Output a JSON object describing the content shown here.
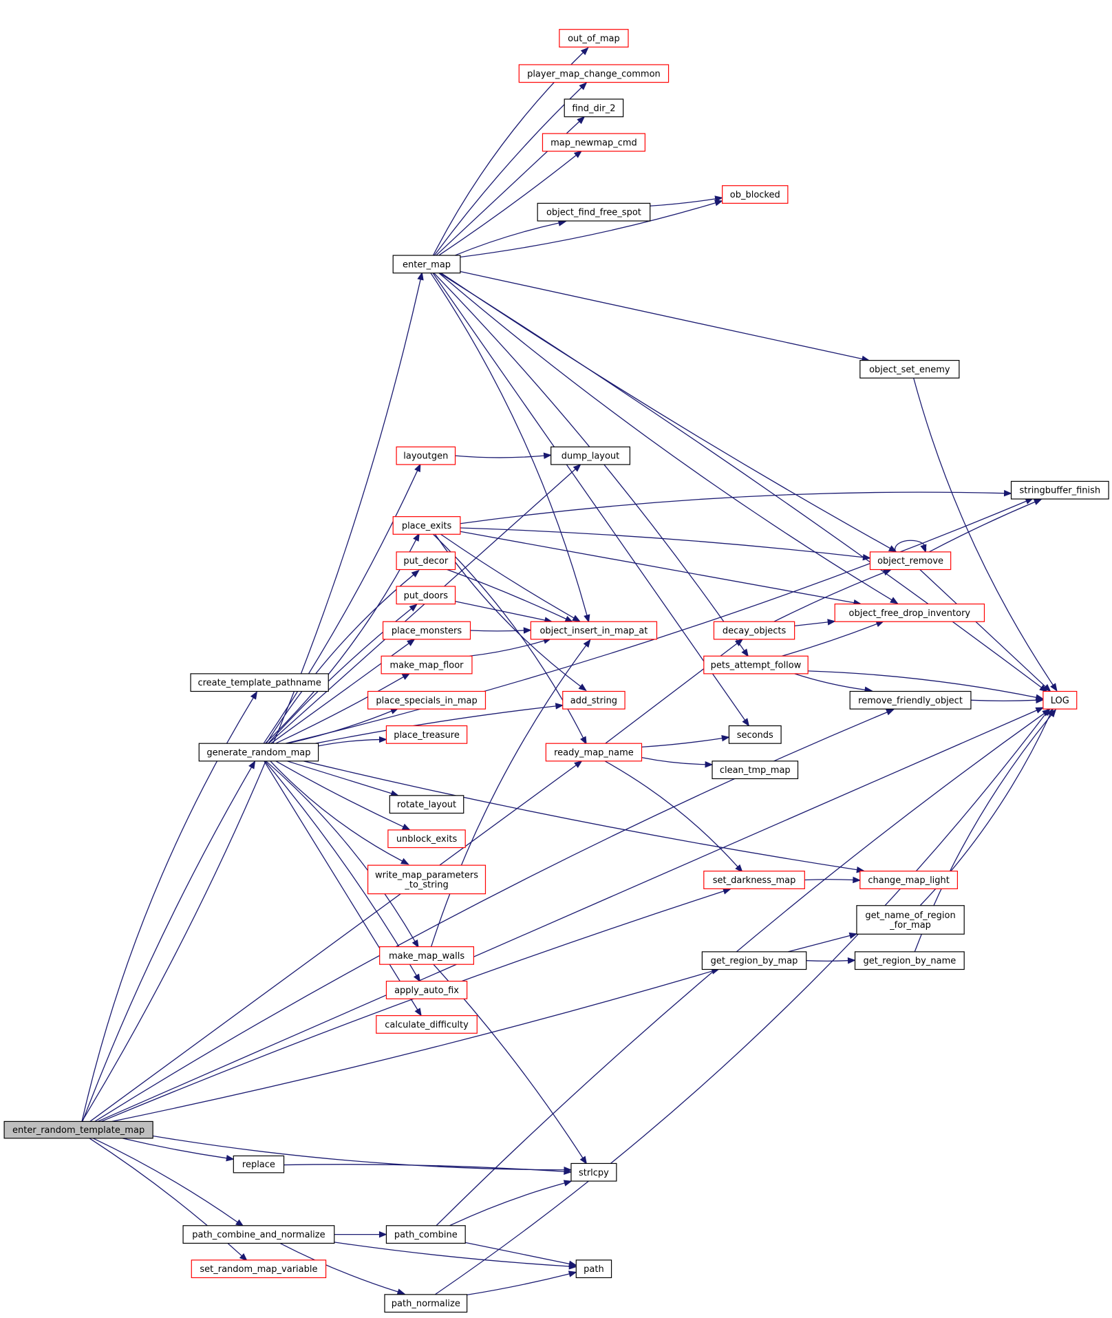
{
  "colors": {
    "edge": "#191970",
    "node_border_default": "#000000",
    "node_border_truncated": "#ff0000",
    "root_fill": "#bfbfbf"
  },
  "nodes": [
    {
      "id": "enter_random_template_map",
      "label": [
        "enter_random_template_map"
      ],
      "color": "black",
      "root": true
    },
    {
      "id": "create_template_pathname",
      "label": [
        "create_template_pathname"
      ],
      "color": "black"
    },
    {
      "id": "generate_random_map",
      "label": [
        "generate_random_map"
      ],
      "color": "black"
    },
    {
      "id": "replace",
      "label": [
        "replace"
      ],
      "color": "black"
    },
    {
      "id": "path_combine_and_normalize",
      "label": [
        "path_combine_and_normalize"
      ],
      "color": "black"
    },
    {
      "id": "set_random_map_variable",
      "label": [
        "set_random_map_variable"
      ],
      "color": "red"
    },
    {
      "id": "enter_map",
      "label": [
        "enter_map"
      ],
      "color": "black"
    },
    {
      "id": "layoutgen",
      "label": [
        "layoutgen"
      ],
      "color": "red"
    },
    {
      "id": "place_exits",
      "label": [
        "place_exits"
      ],
      "color": "red"
    },
    {
      "id": "put_decor",
      "label": [
        "put_decor"
      ],
      "color": "red"
    },
    {
      "id": "put_doors",
      "label": [
        "put_doors"
      ],
      "color": "red"
    },
    {
      "id": "place_monsters",
      "label": [
        "place_monsters"
      ],
      "color": "red"
    },
    {
      "id": "make_map_floor",
      "label": [
        "make_map_floor"
      ],
      "color": "red"
    },
    {
      "id": "place_specials_in_map",
      "label": [
        "place_specials_in_map"
      ],
      "color": "red"
    },
    {
      "id": "place_treasure",
      "label": [
        "place_treasure"
      ],
      "color": "red"
    },
    {
      "id": "rotate_layout",
      "label": [
        "rotate_layout"
      ],
      "color": "black"
    },
    {
      "id": "unblock_exits",
      "label": [
        "unblock_exits"
      ],
      "color": "red"
    },
    {
      "id": "write_map_parameters",
      "label": [
        "write_map_parameters",
        "_to_string"
      ],
      "color": "red"
    },
    {
      "id": "make_map_walls",
      "label": [
        "make_map_walls"
      ],
      "color": "red"
    },
    {
      "id": "apply_auto_fix",
      "label": [
        "apply_auto_fix"
      ],
      "color": "red"
    },
    {
      "id": "calculate_difficulty",
      "label": [
        "calculate_difficulty"
      ],
      "color": "red"
    },
    {
      "id": "path_combine",
      "label": [
        "path_combine"
      ],
      "color": "black"
    },
    {
      "id": "path_normalize",
      "label": [
        "path_normalize"
      ],
      "color": "black"
    },
    {
      "id": "out_of_map",
      "label": [
        "out_of_map"
      ],
      "color": "red"
    },
    {
      "id": "player_map_change_common",
      "label": [
        "player_map_change_common"
      ],
      "color": "red"
    },
    {
      "id": "find_dir_2",
      "label": [
        "find_dir_2"
      ],
      "color": "black"
    },
    {
      "id": "map_newmap_cmd",
      "label": [
        "map_newmap_cmd"
      ],
      "color": "red"
    },
    {
      "id": "object_find_free_spot",
      "label": [
        "object_find_free_spot"
      ],
      "color": "black"
    },
    {
      "id": "dump_layout",
      "label": [
        "dump_layout"
      ],
      "color": "black"
    },
    {
      "id": "object_insert_in_map_at",
      "label": [
        "object_insert_in_map_at"
      ],
      "color": "red"
    },
    {
      "id": "add_string",
      "label": [
        "add_string"
      ],
      "color": "red"
    },
    {
      "id": "ready_map_name",
      "label": [
        "ready_map_name"
      ],
      "color": "red"
    },
    {
      "id": "strlcpy",
      "label": [
        "strlcpy"
      ],
      "color": "black"
    },
    {
      "id": "path",
      "label": [
        "path"
      ],
      "color": "black"
    },
    {
      "id": "ob_blocked",
      "label": [
        "ob_blocked"
      ],
      "color": "red"
    },
    {
      "id": "decay_objects",
      "label": [
        "decay_objects"
      ],
      "color": "red"
    },
    {
      "id": "pets_attempt_follow",
      "label": [
        "pets_attempt_follow"
      ],
      "color": "red"
    },
    {
      "id": "seconds",
      "label": [
        "seconds"
      ],
      "color": "black"
    },
    {
      "id": "clean_tmp_map",
      "label": [
        "clean_tmp_map"
      ],
      "color": "black"
    },
    {
      "id": "set_darkness_map",
      "label": [
        "set_darkness_map"
      ],
      "color": "red"
    },
    {
      "id": "get_region_by_map",
      "label": [
        "get_region_by_map"
      ],
      "color": "black"
    },
    {
      "id": "object_set_enemy",
      "label": [
        "object_set_enemy"
      ],
      "color": "black"
    },
    {
      "id": "object_remove",
      "label": [
        "object_remove"
      ],
      "color": "red"
    },
    {
      "id": "object_free_drop_inventory",
      "label": [
        "object_free_drop_inventory"
      ],
      "color": "red"
    },
    {
      "id": "remove_friendly_object",
      "label": [
        "remove_friendly_object"
      ],
      "color": "black"
    },
    {
      "id": "change_map_light",
      "label": [
        "change_map_light"
      ],
      "color": "red"
    },
    {
      "id": "get_name_of_region_for_map",
      "label": [
        "get_name_of_region",
        "_for_map"
      ],
      "color": "black"
    },
    {
      "id": "get_region_by_name",
      "label": [
        "get_region_by_name"
      ],
      "color": "black"
    },
    {
      "id": "stringbuffer_finish",
      "label": [
        "stringbuffer_finish"
      ],
      "color": "black"
    },
    {
      "id": "LOG",
      "label": [
        "LOG"
      ],
      "color": "red"
    }
  ],
  "edges": [
    {
      "from": "enter_random_template_map",
      "to": "create_template_pathname"
    },
    {
      "from": "enter_random_template_map",
      "to": "generate_random_map"
    },
    {
      "from": "enter_random_template_map",
      "to": "ready_map_name"
    },
    {
      "from": "enter_random_template_map",
      "to": "get_region_by_map"
    },
    {
      "from": "enter_random_template_map",
      "to": "enter_map"
    },
    {
      "from": "enter_random_template_map",
      "to": "remove_friendly_object"
    },
    {
      "from": "enter_random_template_map",
      "to": "set_darkness_map"
    },
    {
      "from": "enter_random_template_map",
      "to": "LOG"
    },
    {
      "from": "enter_random_template_map",
      "to": "replace"
    },
    {
      "from": "enter_random_template_map",
      "to": "strlcpy"
    },
    {
      "from": "enter_random_template_map",
      "to": "path_combine_and_normalize"
    },
    {
      "from": "enter_random_template_map",
      "to": "set_random_map_variable"
    },
    {
      "from": "generate_random_map",
      "to": "dump_layout"
    },
    {
      "from": "generate_random_map",
      "to": "layoutgen"
    },
    {
      "from": "generate_random_map",
      "to": "place_exits"
    },
    {
      "from": "generate_random_map",
      "to": "put_decor"
    },
    {
      "from": "generate_random_map",
      "to": "put_doors"
    },
    {
      "from": "generate_random_map",
      "to": "place_monsters"
    },
    {
      "from": "generate_random_map",
      "to": "make_map_floor"
    },
    {
      "from": "generate_random_map",
      "to": "place_specials_in_map"
    },
    {
      "from": "generate_random_map",
      "to": "place_treasure"
    },
    {
      "from": "generate_random_map",
      "to": "add_string"
    },
    {
      "from": "generate_random_map",
      "to": "rotate_layout"
    },
    {
      "from": "generate_random_map",
      "to": "unblock_exits"
    },
    {
      "from": "generate_random_map",
      "to": "write_map_parameters"
    },
    {
      "from": "generate_random_map",
      "to": "make_map_walls"
    },
    {
      "from": "generate_random_map",
      "to": "apply_auto_fix"
    },
    {
      "from": "generate_random_map",
      "to": "calculate_difficulty"
    },
    {
      "from": "generate_random_map",
      "to": "change_map_light"
    },
    {
      "from": "generate_random_map",
      "to": "stringbuffer_finish"
    },
    {
      "from": "enter_map",
      "to": "out_of_map"
    },
    {
      "from": "enter_map",
      "to": "player_map_change_common"
    },
    {
      "from": "enter_map",
      "to": "find_dir_2"
    },
    {
      "from": "enter_map",
      "to": "map_newmap_cmd"
    },
    {
      "from": "enter_map",
      "to": "ob_blocked"
    },
    {
      "from": "enter_map",
      "to": "object_find_free_spot"
    },
    {
      "from": "enter_map",
      "to": "LOG"
    },
    {
      "from": "enter_map",
      "to": "object_set_enemy"
    },
    {
      "from": "enter_map",
      "to": "object_remove"
    },
    {
      "from": "enter_map",
      "to": "object_free_drop_inventory"
    },
    {
      "from": "enter_map",
      "to": "object_insert_in_map_at"
    },
    {
      "from": "enter_map",
      "to": "pets_attempt_follow"
    },
    {
      "from": "enter_map",
      "to": "seconds"
    },
    {
      "from": "object_find_free_spot",
      "to": "ob_blocked"
    },
    {
      "from": "layoutgen",
      "to": "dump_layout"
    },
    {
      "from": "place_exits",
      "to": "stringbuffer_finish"
    },
    {
      "from": "place_exits",
      "to": "object_remove"
    },
    {
      "from": "place_exits",
      "to": "object_free_drop_inventory"
    },
    {
      "from": "place_exits",
      "to": "object_insert_in_map_at"
    },
    {
      "from": "place_exits",
      "to": "add_string"
    },
    {
      "from": "place_exits",
      "to": "ready_map_name"
    },
    {
      "from": "put_decor",
      "to": "object_insert_in_map_at"
    },
    {
      "from": "put_doors",
      "to": "object_insert_in_map_at"
    },
    {
      "from": "place_monsters",
      "to": "object_insert_in_map_at"
    },
    {
      "from": "make_map_floor",
      "to": "object_insert_in_map_at"
    },
    {
      "from": "make_map_walls",
      "to": "object_insert_in_map_at"
    },
    {
      "from": "make_map_walls",
      "to": "strlcpy"
    },
    {
      "from": "ready_map_name",
      "to": "decay_objects"
    },
    {
      "from": "ready_map_name",
      "to": "seconds"
    },
    {
      "from": "ready_map_name",
      "to": "clean_tmp_map"
    },
    {
      "from": "ready_map_name",
      "to": "set_darkness_map"
    },
    {
      "from": "decay_objects",
      "to": "object_remove"
    },
    {
      "from": "decay_objects",
      "to": "object_free_drop_inventory"
    },
    {
      "from": "pets_attempt_follow",
      "to": "object_free_drop_inventory"
    },
    {
      "from": "pets_attempt_follow",
      "to": "remove_friendly_object"
    },
    {
      "from": "pets_attempt_follow",
      "to": "LOG"
    },
    {
      "from": "set_darkness_map",
      "to": "change_map_light"
    },
    {
      "from": "get_region_by_map",
      "to": "get_name_of_region_for_map"
    },
    {
      "from": "get_region_by_map",
      "to": "get_region_by_name"
    },
    {
      "from": "object_set_enemy",
      "to": "LOG"
    },
    {
      "from": "object_remove",
      "to": "object_remove"
    },
    {
      "from": "object_remove",
      "to": "stringbuffer_finish"
    },
    {
      "from": "object_remove",
      "to": "LOG"
    },
    {
      "from": "remove_friendly_object",
      "to": "LOG"
    },
    {
      "from": "get_name_of_region_for_map",
      "to": "LOG"
    },
    {
      "from": "get_region_by_name",
      "to": "LOG"
    },
    {
      "from": "replace",
      "to": "strlcpy"
    },
    {
      "from": "path_combine_and_normalize",
      "to": "path_combine"
    },
    {
      "from": "path_combine_and_normalize",
      "to": "path"
    },
    {
      "from": "path_combine_and_normalize",
      "to": "path_normalize"
    },
    {
      "from": "path_combine",
      "to": "strlcpy"
    },
    {
      "from": "path_combine",
      "to": "LOG"
    },
    {
      "from": "path_combine",
      "to": "path"
    },
    {
      "from": "path_normalize",
      "to": "path"
    },
    {
      "from": "path_normalize",
      "to": "LOG"
    }
  ]
}
